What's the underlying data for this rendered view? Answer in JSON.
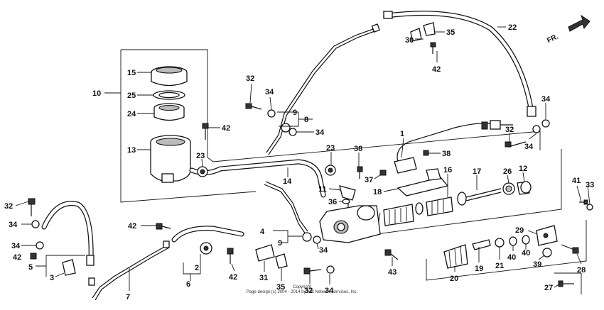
{
  "callouts": {
    "c1": "1",
    "c2": "2",
    "c3": "3",
    "c4": "4",
    "c5": "5",
    "c6": "6",
    "c7": "7",
    "c8": "8",
    "c9a": "9",
    "c9b": "9",
    "c10": "10",
    "c11": "11",
    "c12": "12",
    "c13": "13",
    "c14": "14",
    "c15": "15",
    "c16": "16",
    "c17": "17",
    "c18": "18",
    "c19": "19",
    "c20": "20",
    "c21": "21",
    "c22": "22",
    "c23a": "23",
    "c23b": "23",
    "c24": "24",
    "c25": "25",
    "c26": "26",
    "c27": "27",
    "c28": "28",
    "c29": "29",
    "c30": "30",
    "c31": "31",
    "c32a": "32",
    "c32b": "32",
    "c32c": "32",
    "c32d": "32",
    "c33": "33",
    "c34a": "34",
    "c34b": "34",
    "c34c": "34",
    "c34d": "34",
    "c34e": "34",
    "c34f": "34",
    "c34g": "34",
    "c34h": "34",
    "c35a": "35",
    "c35b": "35",
    "c36": "36",
    "c37": "37",
    "c38a": "38",
    "c38b": "38",
    "c39": "39",
    "c40a": "40",
    "c40b": "40",
    "c41": "41",
    "c42a": "42",
    "c42b": "42",
    "c42c": "42",
    "c42d": "42",
    "c42e": "42",
    "c43": "43"
  },
  "direction_label": "FR.",
  "copyright_line1": "Copyright",
  "copyright_line2": "Page design (c) 2004 - 2014 by ARI Network Services, Inc."
}
